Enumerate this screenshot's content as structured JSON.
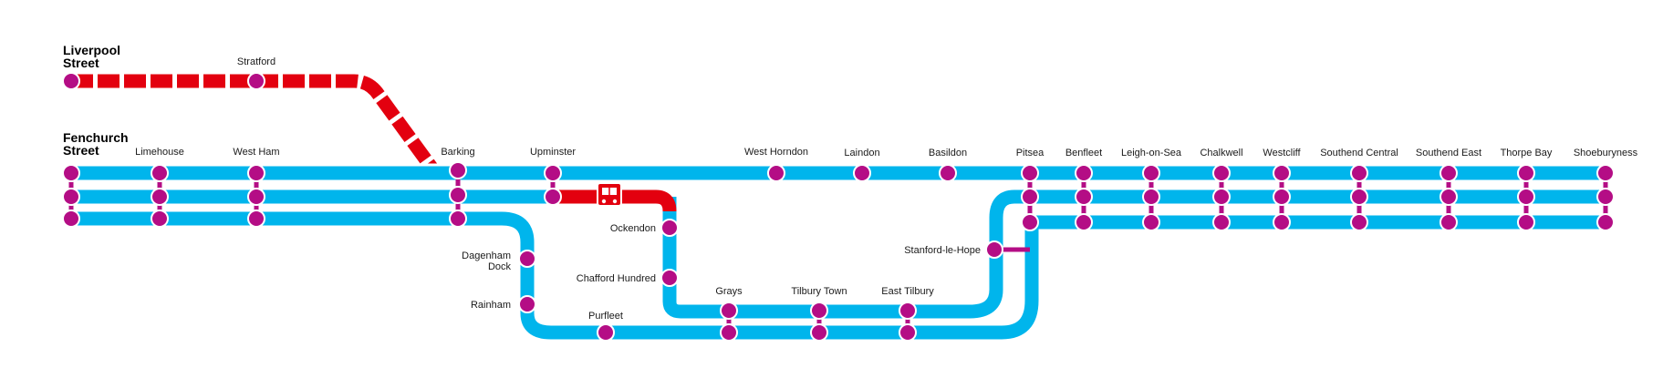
{
  "colors": {
    "blue_line": "#00b5ec",
    "red_line": "#e3000f",
    "station": "#b40d85",
    "background": "#ffffff"
  },
  "terminals": {
    "liverpool_street": [
      "Liverpool",
      "Street"
    ],
    "fenchurch_street": [
      "Fenchurch",
      "Street"
    ]
  },
  "stations": {
    "stratford": "Stratford",
    "limehouse": "Limehouse",
    "west_ham": "West Ham",
    "barking": "Barking",
    "upminster": "Upminster",
    "west_horndon": "West Horndon",
    "laindon": "Laindon",
    "basildon": "Basildon",
    "pitsea": "Pitsea",
    "benfleet": "Benfleet",
    "leigh_on_sea": "Leigh-on-Sea",
    "chalkwell": "Chalkwell",
    "westcliff": "Westcliff",
    "southend_central": "Southend Central",
    "southend_east": "Southend East",
    "thorpe_bay": "Thorpe Bay",
    "shoeburyness": "Shoeburyness",
    "ockendon": "Ockendon",
    "chafford_hundred": "Chafford Hundred",
    "stanford_le_hope": "Stanford-le-Hope",
    "dagenham_dock": [
      "Dagenham",
      "Dock"
    ],
    "rainham": "Rainham",
    "purfleet": "Purfleet",
    "grays": "Grays",
    "tilbury_town": "Tilbury Town",
    "east_tilbury": "East Tilbury"
  },
  "icons": {
    "shuttle": "shuttle-bus-icon"
  }
}
